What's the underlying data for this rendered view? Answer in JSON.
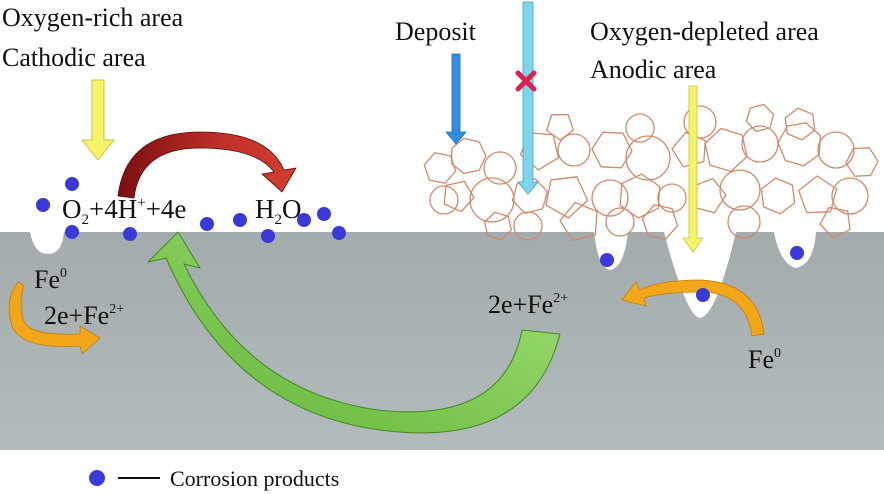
{
  "labels": {
    "oxygen_rich": "Oxygen-rich area",
    "cathodic": "Cathodic area",
    "deposit": "Deposit",
    "oxygen_depleted": "Oxygen-depleted area",
    "anodic": "Anodic area"
  },
  "cathodic_reaction": {
    "o2": "O",
    "o2_sub": "2",
    "plus_h": "+4H",
    "h_sup": "+",
    "plus_e": "+4e",
    "h2o_h": "H",
    "h2o_sub": "2",
    "h2o_o": "O"
  },
  "left_reaction": {
    "fe": "Fe",
    "fe_sup": "0",
    "ion": "2e+Fe",
    "ion_sup": "2+"
  },
  "right_reaction": {
    "ion": "2e+Fe",
    "ion_sup": "2+",
    "fe": "Fe",
    "fe_sup": "0"
  },
  "legend": {
    "label": "Corrosion products"
  },
  "colors": {
    "metal": "#a9b1b3",
    "corrosion_product": "#3a3ad8",
    "oxygen_arrow": "#f4f36a",
    "deposit_arrow": "#2f8ee0",
    "blocked_arrow": "#7fd3ea",
    "blocked_mark": "#e0204a",
    "cathodic_arrow": "#a81e1e",
    "electron_arrow": "#7ac943",
    "fe_arrow": "#f2a71b",
    "deposit_outline": "#d08a6a"
  }
}
